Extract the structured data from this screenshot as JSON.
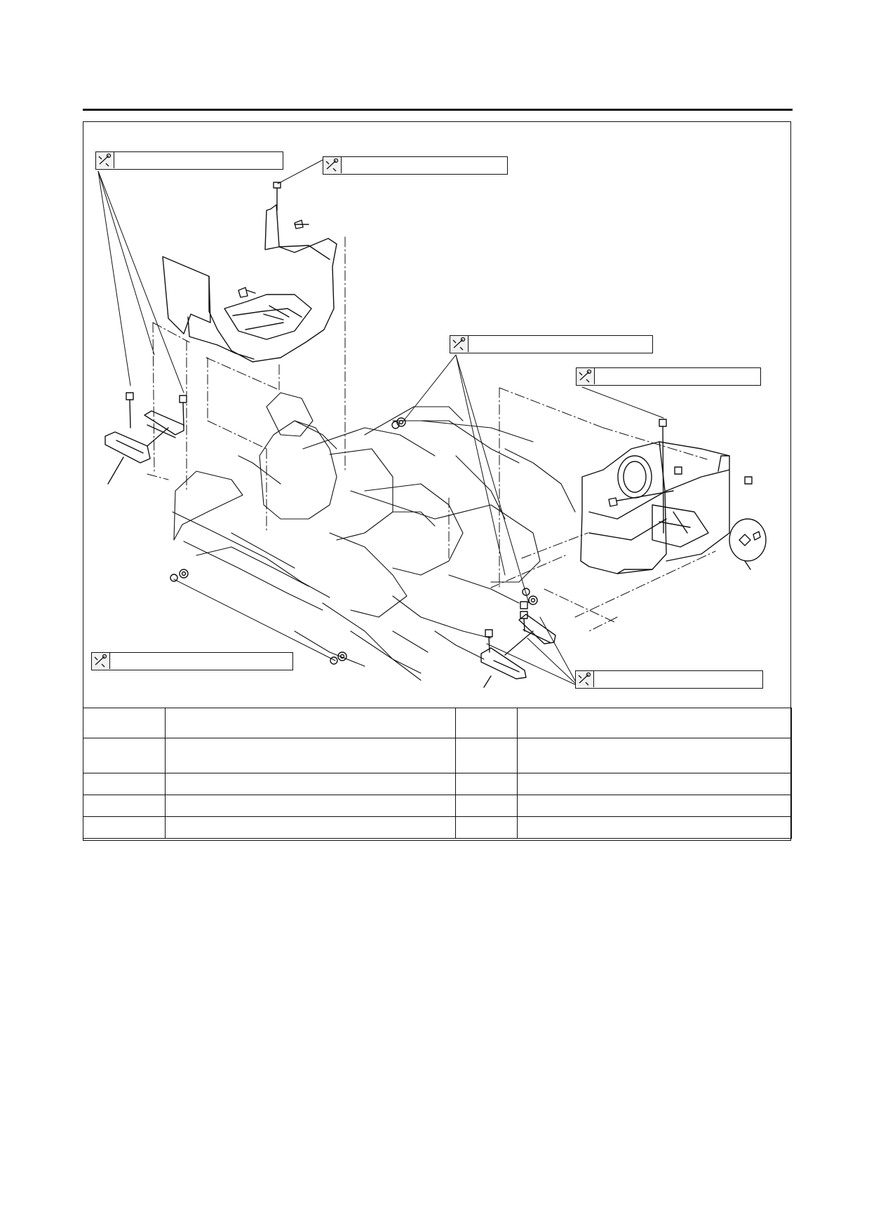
{
  "callouts": [
    {
      "id": "torque-top-left",
      "icon": "torque-wrench-icon",
      "text": ""
    },
    {
      "id": "torque-top-center",
      "icon": "torque-wrench-icon",
      "text": ""
    },
    {
      "id": "torque-middle-right",
      "icon": "torque-wrench-icon",
      "text": ""
    },
    {
      "id": "torque-right",
      "icon": "torque-wrench-icon",
      "text": ""
    },
    {
      "id": "torque-bottom-left",
      "icon": "torque-wrench-icon",
      "text": ""
    },
    {
      "id": "torque-bottom-right",
      "icon": "torque-wrench-icon",
      "text": ""
    }
  ],
  "parts_table": {
    "rows": [
      [
        "",
        "",
        "",
        ""
      ],
      [
        "",
        "",
        "",
        ""
      ],
      [
        "",
        "",
        "",
        ""
      ],
      [
        "",
        "",
        "",
        ""
      ],
      [
        "",
        "",
        "",
        ""
      ]
    ]
  }
}
